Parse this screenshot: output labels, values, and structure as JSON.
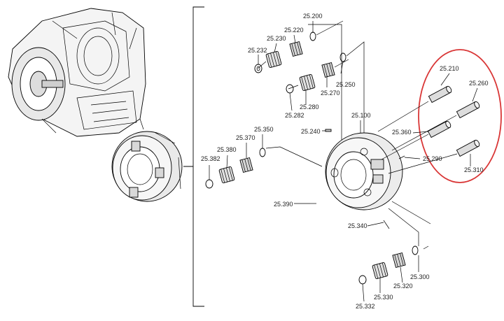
{
  "diagram": {
    "labels": [
      "25.200",
      "25.220",
      "25.230",
      "25.232",
      "25.250",
      "25.270",
      "25.280",
      "25.282",
      "25.210",
      "25.260",
      "25.240",
      "25.100",
      "25.360",
      "25.290",
      "25.310",
      "25.350",
      "25.370",
      "25.380",
      "25.382",
      "25.390",
      "25.340",
      "25.300",
      "25.320",
      "25.330",
      "25.332"
    ],
    "colors": {
      "highlight": "#d93636",
      "line": "#000000",
      "text": "#222222"
    }
  }
}
